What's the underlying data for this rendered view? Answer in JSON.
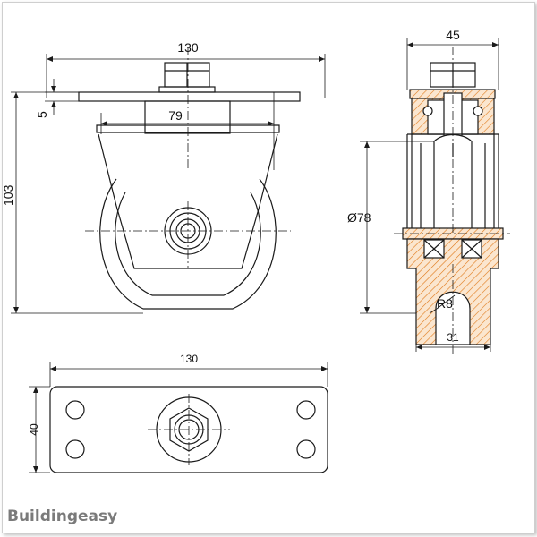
{
  "drawing": {
    "front_view": {
      "width_label": "130",
      "plate_thickness_label": "5",
      "height_label": "103",
      "boss_width_label": "79"
    },
    "side_view": {
      "width_label": "45",
      "diameter_label": "Ø78",
      "radius_label": "R8",
      "tread_width_label": "31"
    },
    "top_view": {
      "width_label": "130",
      "depth_label": "40"
    }
  },
  "brand": {
    "logo_text": "Buildingeasy"
  },
  "colors": {
    "line": "#1a1a1a",
    "hatch": "#e07a1a",
    "hatch_fill": "#fbe6cf",
    "brand": "#7a7a7a"
  }
}
